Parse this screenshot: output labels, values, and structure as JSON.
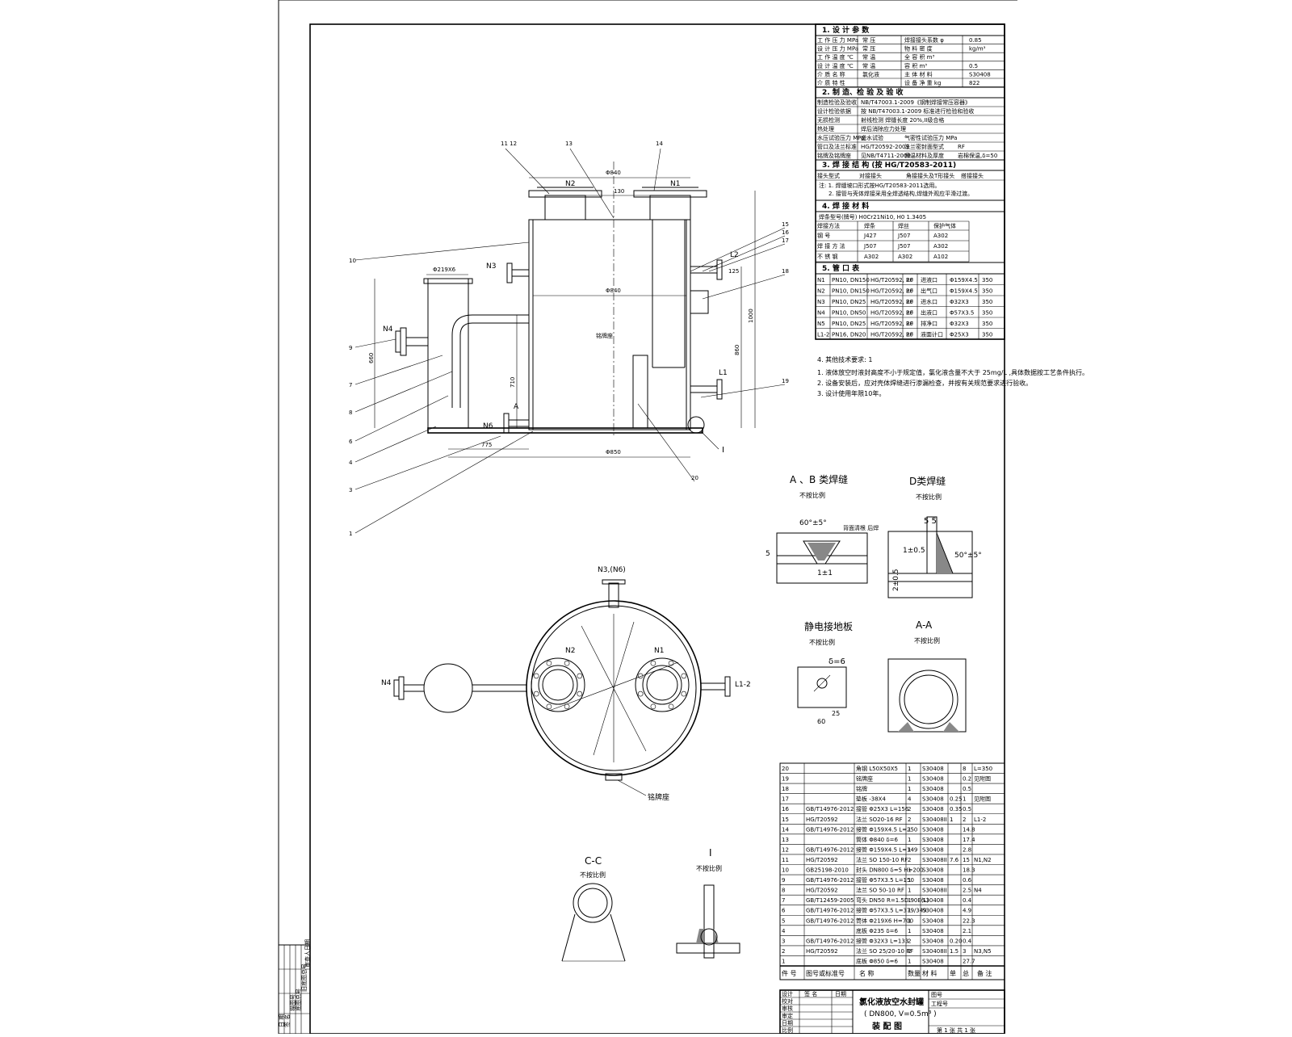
{
  "title_block": {
    "name_line1": "氯化液放空水封罐",
    "name_line2": "( DN800, V=0.5m³ )",
    "name_line3": "装 配 图",
    "sheet": "第 1 张  共 1 张",
    "rows_left": [
      "设计",
      "校对",
      "审核",
      "审定",
      "日期",
      "比例"
    ],
    "col_heads": [
      "签 名",
      "日期"
    ],
    "right_labels": [
      "图号",
      "工程号"
    ]
  },
  "left_strip": [
    "日 期",
    "签 名",
    "描图号",
    "底图总号",
    "旧底图总号",
    "审查人日期"
  ],
  "sections": {
    "s1": "1. 设 计 参 数",
    "s2": "2. 制 造、检 验 及 验 收",
    "s3": "3. 焊 接 结 构  (按 HG/T20583-2011)",
    "s4": "4. 焊 接 材 料",
    "s5": "5. 管 口 表"
  },
  "design_params": [
    [
      "工 作 压 力  MPa",
      "常 压",
      "焊接接头系数  φ",
      "0.85"
    ],
    [
      "设 计 压 力  MPa",
      "常 压",
      "物 料 密 度",
      "kg/m³"
    ],
    [
      "工 作 温 度  ℃",
      "常 温",
      "全 容 积  m³",
      ""
    ],
    [
      "设 计 温 度  ℃",
      "常 温",
      "容 积  m³",
      "0.5"
    ],
    [
      "介 质 名 称",
      "氯化液",
      "主 体 材 料",
      "S30408"
    ],
    [
      "介 质 特 性",
      "",
      "设 备 净 重  kg",
      "822"
    ]
  ],
  "mfg_rows": [
    [
      "制造检验及验收",
      "NB/T47003.1-2009《钢制焊接常压容器》"
    ],
    [
      "设计检验依据",
      "按 NB/T47003.1-2009 标准进行检验和验收"
    ],
    [
      "无损检测",
      "射线检测  焊缝长度 20%,II级合格"
    ],
    [
      "热处理",
      "焊后消除应力处理"
    ],
    [
      "水压试验压力  MPa",
      "盛水试验",
      "气密性试验压力  MPa",
      ""
    ],
    [
      "管口及法兰标准",
      "HG/T20592-2009",
      "法兰密封面型式",
      "RF"
    ],
    [
      "铭牌及铭牌座",
      "见NB/T4711-2009",
      "保温材料及厚度",
      "岩棉保温,δ=50"
    ]
  ],
  "weld_head": [
    "接头型式",
    "对接接头",
    "角接接头及T形接头",
    "搭接接头"
  ],
  "weld_note1": "注: 1. 焊缝坡口形式按HG/T20583-2011选用。",
  "weld_note2": "2. 接管与壳体焊接采用全焊透结构,焊缝外观应平滑过渡。",
  "mat_head": "焊条型号(牌号)  H0Cr21Ni10, H0 1.3405",
  "mat_cols": [
    "焊接方法",
    "焊条",
    "焊丝",
    "保护气体"
  ],
  "mat_rows": [
    [
      "钢 号",
      "J427",
      "J507",
      "A302"
    ],
    [
      "焊 接 方 法",
      "J507",
      "J507",
      "A302"
    ],
    [
      "不 锈 钢",
      "A302",
      "A302",
      "A102"
    ]
  ],
  "nozzles": [
    [
      "N1",
      "PN10, DN150",
      "HG/T20592, 20",
      "RF",
      "进液口",
      "Φ159X4.5",
      "350"
    ],
    [
      "N2",
      "PN10, DN150",
      "HG/T20592, 20",
      "RF",
      "出气口",
      "Φ159X4.5",
      "350"
    ],
    [
      "N3",
      "PN10, DN25",
      "HG/T20592, 20",
      "RF",
      "进水口",
      "Φ32X3",
      "350"
    ],
    [
      "N4",
      "PN10, DN50",
      "HG/T20592, 20",
      "RF",
      "出液口",
      "Φ57X3.5",
      "350"
    ],
    [
      "N5",
      "PN10, DN25",
      "HG/T20592, 20",
      "RF",
      "排净口",
      "Φ32X3",
      "350"
    ],
    [
      "L1-2",
      "PN16, DN20",
      "HG/T20592, 20",
      "RF",
      "液面计口",
      "Φ25X3",
      "350"
    ]
  ],
  "tech_title": "4. 其他技术要求: 1",
  "tech_notes": [
    "1. 液体放空时液封高度不小于规定值，氯化液含量不大于 25mg/L ,具体数据按工艺条件执行。",
    "2. 设备安装后，应对壳体焊缝进行渗漏检查，并按有关规范要求进行验收。",
    "3. 设计使用年限10年。"
  ],
  "detail_titles": {
    "ab": "A 、B 类焊缝",
    "d": "D类焊缝",
    "ground": "静电接地板",
    "aa": "A-A",
    "cc": "C-C",
    "one": "I",
    "scale": "不按比例"
  },
  "detail_dims": {
    "ab_angle": "60°±5°",
    "ab_gap": "1±1",
    "ab_5": "5",
    "ab_note": "背面清根\n后焊",
    "d_55": "5  5",
    "d_gap": "1±0.5",
    "d_angle": "50°±5°",
    "d_side": "2±0.5",
    "ground_delta": "δ=6",
    "ground_25": "25",
    "ground_60": "60"
  },
  "view_labels": {
    "n1": "N1",
    "n2": "N2",
    "n3": "N3",
    "n4": "N4",
    "n6": "N6",
    "l2": "L2",
    "l1": "L1",
    "n3n6": "N3,(N6)",
    "l12": "L1-2",
    "arrowA": "A",
    "support": "铭牌座",
    "mark_I": "I"
  },
  "callouts_left": [
    "10",
    "9",
    "7",
    "8",
    "6",
    "4",
    "3",
    "1"
  ],
  "callouts_top": [
    "11 12",
    "13",
    "14"
  ],
  "callouts_right": [
    "15",
    "16",
    "17",
    "18",
    "19",
    "20"
  ],
  "parts_header": [
    "件 号",
    "图号或标准号",
    "名        称",
    "数量",
    "材    料",
    "单",
    "总",
    "备 注"
  ],
  "parts": [
    [
      "20",
      "",
      "角钢 L50X50X5",
      "1",
      "S30408",
      "",
      "8",
      "L=350"
    ],
    [
      "19",
      "",
      "铭牌座",
      "1",
      "S30408",
      "",
      "0.2",
      "见附图"
    ],
    [
      "18",
      "",
      "铭牌",
      "1",
      "S30408",
      "",
      "0.5",
      ""
    ],
    [
      "17",
      "",
      "垫板 -38X4",
      "4",
      "S30408",
      "0.25",
      "1",
      "见附图"
    ],
    [
      "16",
      "GB/T14976-2012",
      "接管 Φ25X3 L=156",
      "2",
      "S30408",
      "0.35",
      "0.5",
      ""
    ],
    [
      "15",
      "HG/T20592",
      "法兰 SO20-16 RF",
      "2",
      "S30408II",
      "1",
      "2",
      "L1-2"
    ],
    [
      "14",
      "GB/T14976-2012",
      "接管 Φ159X4.5 L=250",
      "1",
      "S30408",
      "",
      "14.8",
      ""
    ],
    [
      "13",
      "",
      "筒体 Φ840 δ=6",
      "1",
      "S30408",
      "",
      "17.4",
      ""
    ],
    [
      "12",
      "GB/T14976-2012",
      "接管 Φ159X4.5 L=149",
      "1",
      "S30408",
      "",
      "2.8",
      ""
    ],
    [
      "11",
      "HG/T20592",
      "法兰 SO 150-10 RF",
      "2",
      "S30408II",
      "7.6",
      "15",
      "N1,N2"
    ],
    [
      "10",
      "GB25198-2010",
      "封头 DN800 δ=5 H=200",
      "1",
      "S30408",
      "",
      "18.3",
      ""
    ],
    [
      "9",
      "GB/T14976-2012",
      "接管 Φ57X3.5 L=150",
      "1",
      "S30408",
      "",
      "0.6",
      ""
    ],
    [
      "8",
      "HG/T20592",
      "法兰 SO 50-10 RF",
      "1",
      "S30408II",
      "",
      "2.5",
      "N4"
    ],
    [
      "7",
      "GB/T12459-2005",
      "弯头 DN50 R=1.5D 90E(L)",
      "1",
      "S30408",
      "",
      "0.4",
      ""
    ],
    [
      "6",
      "GB/T14976-2012",
      "接管 Φ57X3.5 L=379/349",
      "1",
      "S30408",
      "",
      "4.9",
      ""
    ],
    [
      "5",
      "GB/T14976-2012",
      "筒体 Φ219X6 H=700",
      "1",
      "S30408",
      "",
      "22.3",
      ""
    ],
    [
      "4",
      "",
      "底板 Φ235 δ=6",
      "1",
      "S30408",
      "",
      "2.1",
      ""
    ],
    [
      "3",
      "GB/T14976-2012",
      "接管 Φ32X3 L=133",
      "2",
      "S30408",
      "0.20",
      "0.4",
      ""
    ],
    [
      "2",
      "HG/T20592",
      "法兰 SO 25/20-10 RF",
      "2",
      "S30408II",
      "1.5",
      "3",
      "N3,N5"
    ],
    [
      "1",
      "",
      "底板 Φ850 δ=6",
      "1",
      "S30408",
      "",
      "27.7",
      ""
    ]
  ],
  "dims": {
    "top_w": "Φ840",
    "n_spacing": "130",
    "right_125": "125",
    "left_w": "Φ219X6",
    "shell_d": "Φ840",
    "base_w": "Φ850",
    "d_775": "775",
    "h_710": "710",
    "h_1000": "1000",
    "h_860": "860",
    "h_660": "660"
  }
}
